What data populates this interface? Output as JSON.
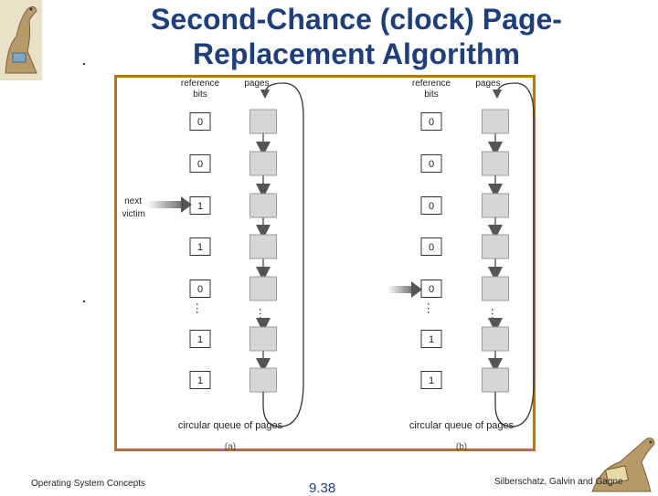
{
  "slide": {
    "title_line1": "Second-Chance (clock) Page-",
    "title_line2": "Replacement Algorithm"
  },
  "diagram": {
    "header_reference": "reference",
    "header_bits": "bits",
    "header_pages": "pages",
    "next_victim_line1": "next",
    "next_victim_line2": "victim",
    "footer_label": "circular queue of pages",
    "panel_a_label": "(a)",
    "panel_b_label": "(b)",
    "bits_a": [
      "0",
      "0",
      "1",
      "1",
      "0",
      "1",
      "1"
    ],
    "bits_b": [
      "0",
      "0",
      "0",
      "0",
      "0",
      "1",
      "1"
    ]
  },
  "footer": {
    "left": "Operating System Concepts",
    "center": "9.38",
    "right": "Silberschatz, Galvin and Gagne"
  },
  "colors": {
    "title": "#1f3f7a",
    "frame": "#b8741f",
    "page_box": "#d6d6d6",
    "arrow": "#888888"
  }
}
